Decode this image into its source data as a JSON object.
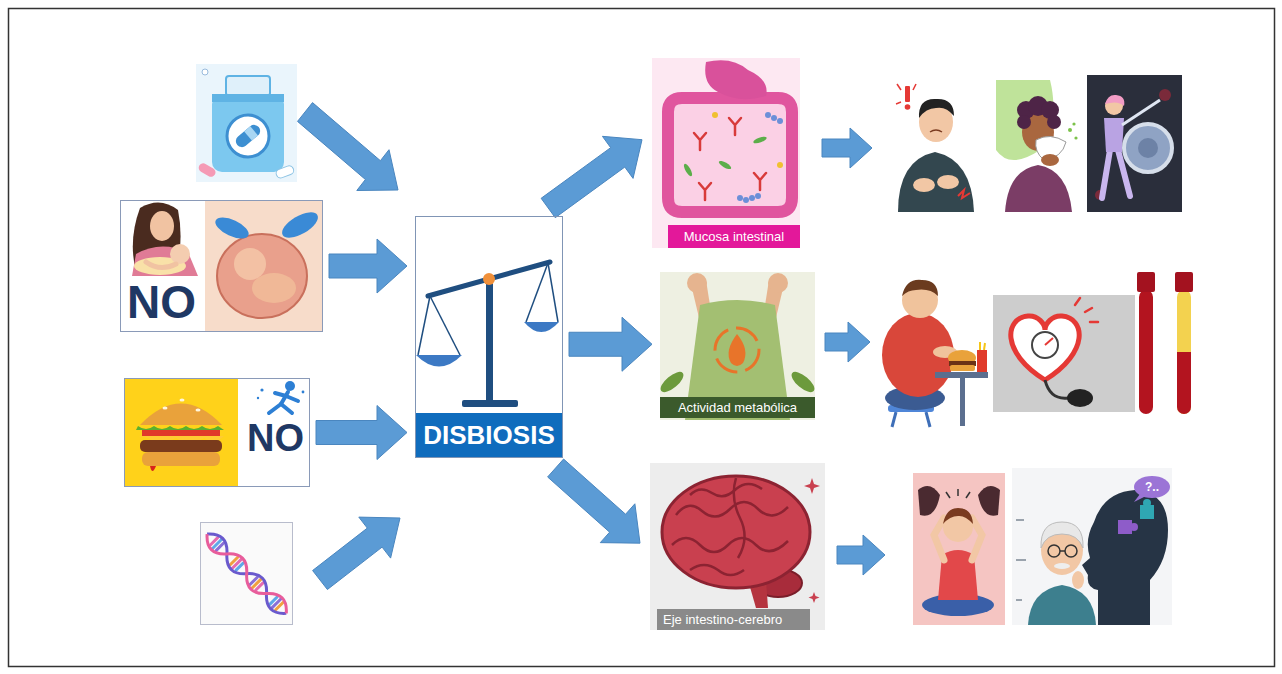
{
  "diagram": {
    "nodes": [
      {
        "text": [
          "NO"
        ]
      },
      {
        "text": [
          "NO"
        ]
      },
      {
        "text": [
          "DISBIOSIS"
        ]
      },
      {
        "text": [
          "Mucosa intestinal"
        ]
      },
      {
        "text": [
          "Actividad metabólica"
        ]
      },
      {
        "text": [
          "Eje intestino-cerebro"
        ]
      }
    ],
    "edges": [
      {
        "from": 0,
        "to": 2,
        "arrow": "to"
      },
      {
        "from": 1,
        "to": 2,
        "arrow": "to"
      },
      {
        "from": 2,
        "to": 3,
        "arrow": "to"
      },
      {
        "from": 2,
        "to": 4,
        "arrow": "to"
      },
      {
        "from": 2,
        "to": 5,
        "arrow": "to"
      }
    ],
    "labels": [
      "?.."
    ]
  }
}
